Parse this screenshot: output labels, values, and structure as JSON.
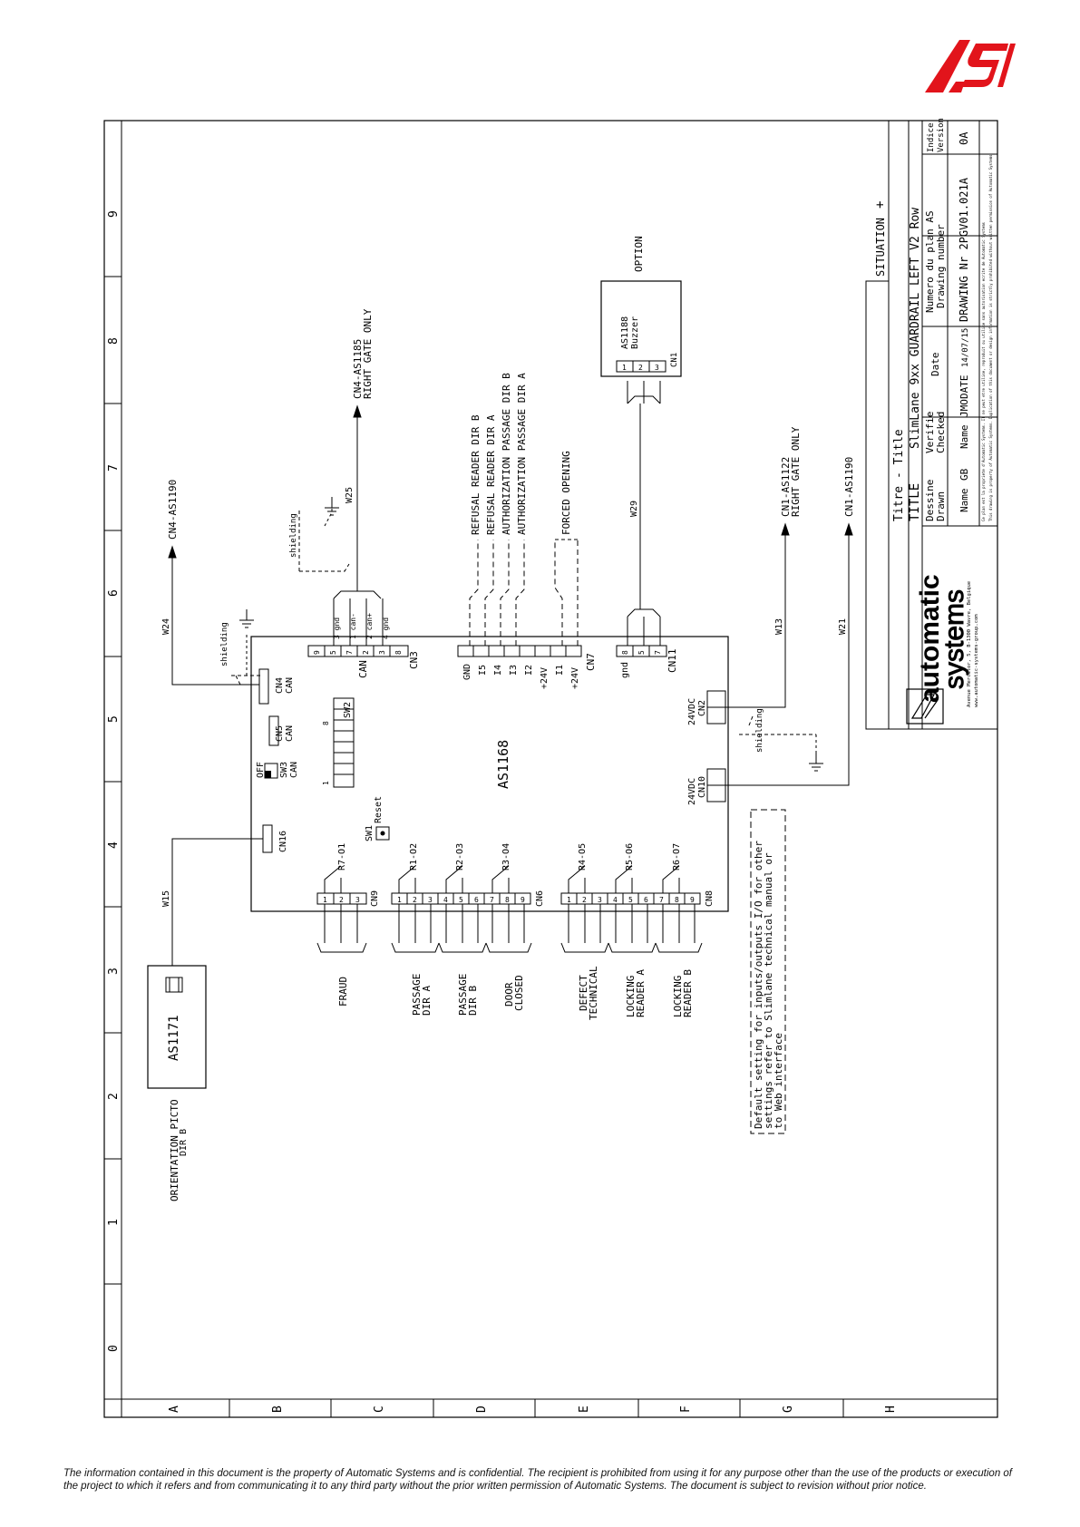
{
  "logo": {
    "name": "as-logo",
    "color": "#e2141b"
  },
  "border": {
    "cols": [
      "0",
      "1",
      "2",
      "3",
      "4",
      "5",
      "6",
      "7",
      "8",
      "9"
    ],
    "rows": [
      "A",
      "B",
      "C",
      "D",
      "E",
      "F",
      "G",
      "H"
    ]
  },
  "board": {
    "name": "AS1168",
    "connectors": {
      "cn3": "CN3",
      "cn7": "CN7",
      "cn11": "CN11",
      "cn4": "CN4",
      "cn4_sub": "CAN",
      "cn5": "CN5",
      "cn5_sub": "CAN",
      "cn16": "CN16",
      "sw2": "SW2",
      "sw3": "SW3",
      "sw3_sub": "CAN",
      "off": "OFF",
      "sw1": "SW1",
      "reset": "Reset",
      "cn2": "CN2",
      "cn2_v": "24VDC",
      "cn10": "CN10",
      "cn10_v": "24VDC",
      "cn9": "CN9",
      "cn6": "CN6",
      "cn8": "CN8",
      "can": "CAN",
      "gnd": "gnd",
      "one": "1",
      "eight": "8"
    },
    "cn7_pins": [
      "GND",
      "I5",
      "I4",
      "I3",
      "I2",
      "+24V",
      "I1",
      "+24V"
    ],
    "cn3_pins": [
      "9",
      "5",
      "7",
      "2",
      "3",
      "8"
    ],
    "cn11_pins": [
      "8",
      "5",
      "7"
    ],
    "relays": [
      "R7-O1",
      "R1-O2",
      "R2-O3",
      "R3-O4",
      "R4-O5",
      "R5-O6",
      "R6-O7"
    ],
    "cn9_pins": [
      "1",
      "2",
      "3"
    ],
    "cn6_pins": [
      "1",
      "2",
      "3",
      "4",
      "5",
      "6",
      "7",
      "8",
      "9"
    ],
    "cn8_pins": [
      "1",
      "2",
      "3",
      "4",
      "5",
      "6",
      "7",
      "8",
      "9"
    ]
  },
  "wires": {
    "w15": "W15",
    "w24": "W24",
    "w25": "W25",
    "w29": "W29",
    "w13": "W13",
    "w21": "W21",
    "shielding": "shielding",
    "cn4_as1190": "CN4-AS1190",
    "cn4_as1185": "CN4-AS1185",
    "right_gate_only_1": "RIGHT GATE ONLY",
    "cn1_as1122": "CN1-AS1122",
    "right_gate_only_2": "RIGHT GATE ONLY",
    "cn1_as1190": "CN1-AS1190",
    "cn3_wire_labels": [
      "3 gnd",
      "1 can-",
      "2 can+",
      "4 gnd"
    ]
  },
  "inputs": [
    "REFUSAL READER DIR B",
    "REFUSAL READER DIR A",
    "AUTHORIZATION PASSAGE DIR B",
    "AUTHORIZATION PASSAGE DIR A",
    "FORCED OPENING"
  ],
  "outputs": [
    {
      "l1": "FRAUD",
      "l2": ""
    },
    {
      "l1": "PASSAGE",
      "l2": "DIR A"
    },
    {
      "l1": "PASSAGE",
      "l2": "DIR B"
    },
    {
      "l1": "DOOR",
      "l2": "CLOSED"
    },
    {
      "l1": "DEFECT",
      "l2": "TECHNICAL"
    },
    {
      "l1": "LOCKING",
      "l2": "READER A"
    },
    {
      "l1": "LOCKING",
      "l2": "READER B"
    }
  ],
  "option": {
    "name": "AS1188",
    "sub": "Buzzer",
    "cn": "CN1",
    "label": "OPTION",
    "pins": [
      "1",
      "2",
      "3"
    ]
  },
  "as1171": {
    "name": "AS1171",
    "label1": "ORIENTATION PICTO",
    "label2": "DIR B"
  },
  "note": [
    "Default setting for inputs/outputs I/O for other",
    "settings refer to Slimlane technical manual or",
    "to Web interface"
  ],
  "titleblock": {
    "situation": "SITUATION",
    "plus": "+",
    "titre": "Titre - Title",
    "title_label": "TITLE",
    "title": "SlimLane 9xx GUARDRAIL LEFT V2 Row",
    "dessine": "Dessine",
    "drawn": "Drawn",
    "verifie": "Verifie",
    "checked": "Checked",
    "date_h": "Date",
    "numero": "Numero du plan AS",
    "drawing_number": "Drawing number",
    "indice": "Indice",
    "version": "Version",
    "name1": "Name",
    "name1_v": "GB",
    "name2": "Name",
    "name2_v": "JMO",
    "date_l": "DATE",
    "date_v": "14/07/15",
    "drawing_nr": "DRAWING Nr 2PGV01.021A",
    "rev": "0A",
    "company1": "automatic",
    "company2": "systems",
    "address": "Avenue Mercator, 5, B-1300 Wavre, Belgique",
    "web": "www.automatic-systems-group.com",
    "legal_fr": "Ce plan est la propriete d'Automatic Systems. Il ne peut etre utilise, reproduit ou utilise sans autorisation ecrite de Automatic Systems",
    "legal_en": "This drawing is property of Automatic Systems. Duplication of this document or design information is strictly prohibited without written permission of Automatic Systems"
  },
  "footer": "The information contained in this document is the property of Automatic Systems and is confidential. The recipient is prohibited from using it for any purpose other than the use of the products or execution of the project to which it refers and from communicating it to any third party without the prior written permission of Automatic Systems. The document is subject to revision without prior notice."
}
